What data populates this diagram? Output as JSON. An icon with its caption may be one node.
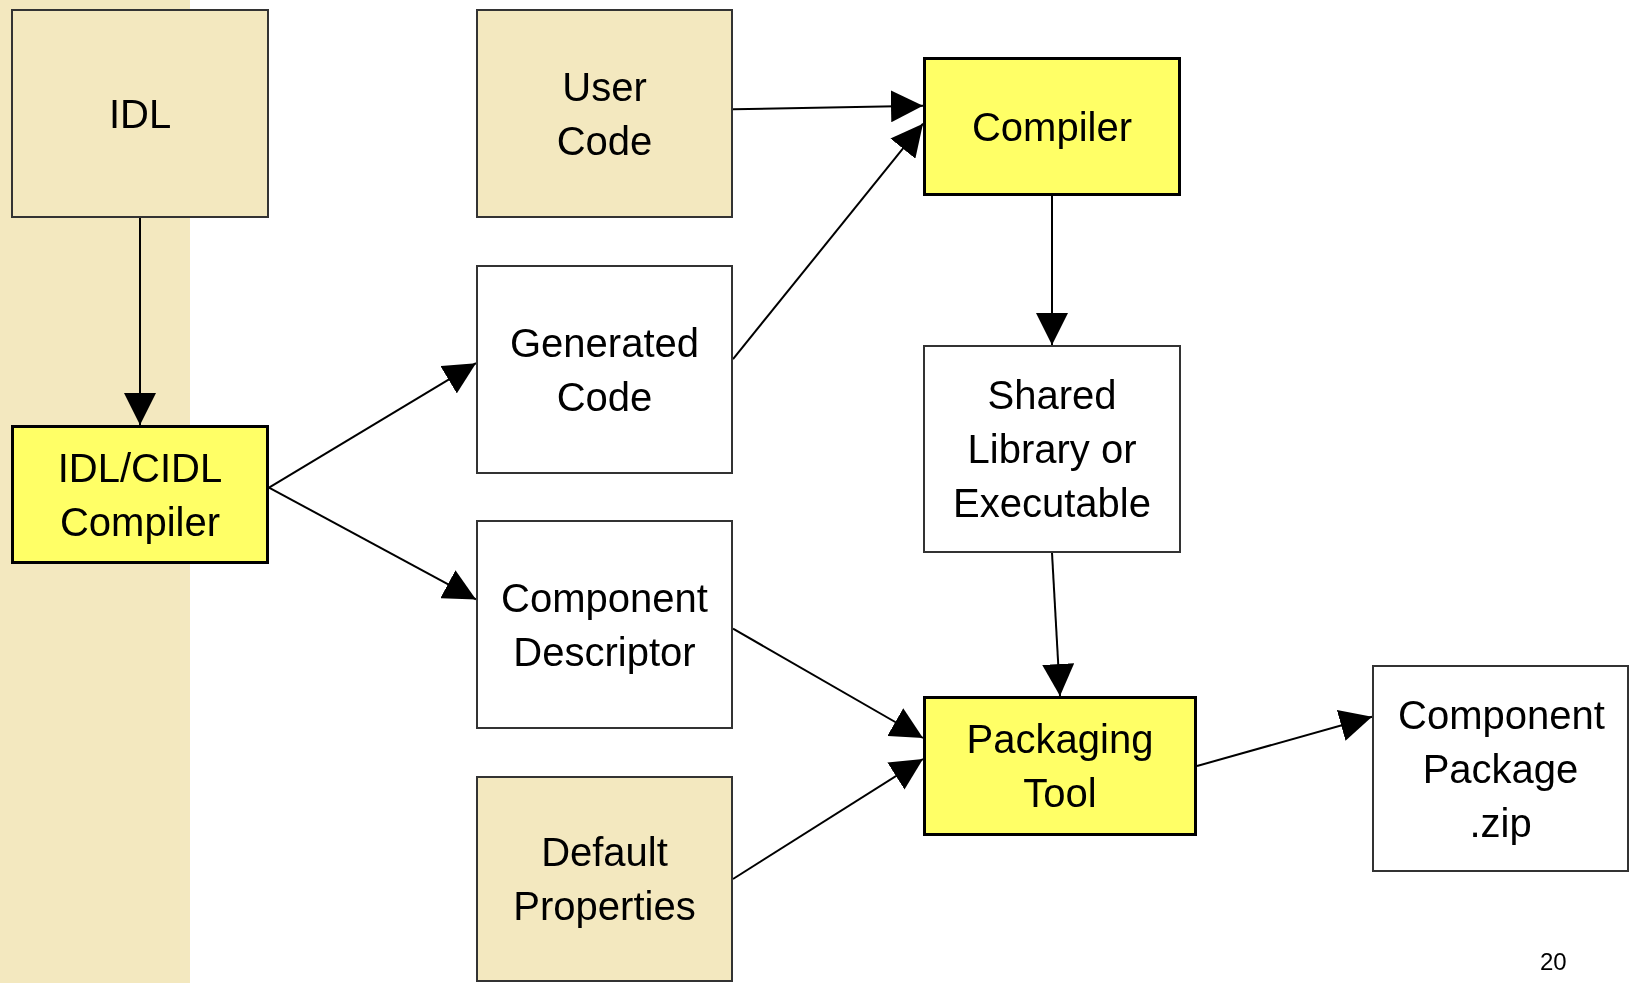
{
  "diagram": {
    "nodes": [
      {
        "text": [
          "IDL"
        ]
      },
      {
        "text": [
          "IDL/CIDL Compiler"
        ]
      },
      {
        "text": [
          "User Code"
        ]
      },
      {
        "text": [
          "Generated Code"
        ]
      },
      {
        "text": [
          "Component Descriptor"
        ]
      },
      {
        "text": [
          "Default Properties"
        ]
      },
      {
        "text": [
          "Compiler"
        ]
      },
      {
        "text": [
          "Shared Library or Executable"
        ]
      },
      {
        "text": [
          "Packaging Tool"
        ]
      },
      {
        "text": [
          "Component Package .zip"
        ]
      }
    ],
    "edges": [
      {
        "from": 0,
        "to": 1,
        "arrow": "to"
      },
      {
        "from": 1,
        "to": 3,
        "arrow": "to"
      },
      {
        "from": 1,
        "to": 4,
        "arrow": "to"
      },
      {
        "from": 2,
        "to": 6,
        "arrow": "to"
      },
      {
        "from": 3,
        "to": 6,
        "arrow": "to"
      },
      {
        "from": 6,
        "to": 7,
        "arrow": "to"
      },
      {
        "from": 7,
        "to": 8,
        "arrow": "to"
      },
      {
        "from": 4,
        "to": 8,
        "arrow": "to"
      },
      {
        "from": 5,
        "to": 8,
        "arrow": "to"
      },
      {
        "from": 8,
        "to": 9,
        "arrow": "to"
      }
    ],
    "labels": [
      "20"
    ]
  }
}
